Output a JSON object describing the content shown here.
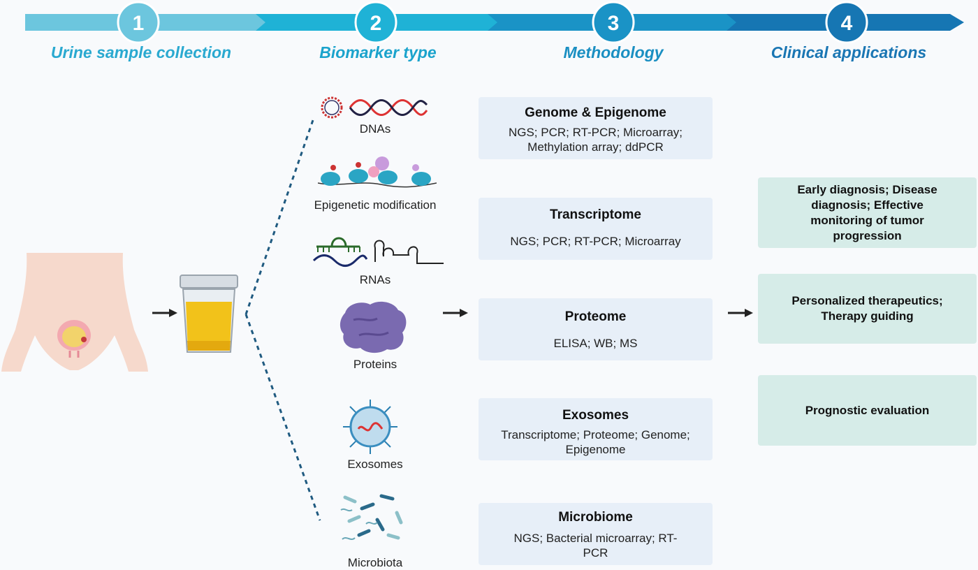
{
  "steps": [
    {
      "number": "1",
      "title": "Urine sample collection"
    },
    {
      "number": "2",
      "title": "Biomarker type"
    },
    {
      "number": "3",
      "title": "Methodology"
    },
    {
      "number": "4",
      "title": "Clinical applications"
    }
  ],
  "biomarkers": [
    "DNAs",
    "Epigenetic modification",
    "RNAs",
    "Proteins",
    "Exosomes",
    "Microbiota"
  ],
  "methods": [
    {
      "title": "Genome & Epigenome",
      "detail": "NGS; PCR; RT-PCR; Microarray; Methylation array; ddPCR"
    },
    {
      "title": "Transcriptome",
      "detail": "NGS; PCR; RT-PCR; Microarray"
    },
    {
      "title": "Proteome",
      "detail": "ELISA; WB; MS"
    },
    {
      "title": "Exosomes",
      "detail": "Transcriptome; Proteome; Genome; Epigenome"
    },
    {
      "title": "Microbiome",
      "detail": "NGS; Bacterial microarray; RT-PCR"
    }
  ],
  "applications": [
    "Early diagnosis; Disease diagnosis; Effective monitoring of tumor progression",
    "Personalized therapeutics; Therapy guiding",
    "Prognostic evaluation"
  ],
  "colors": {
    "arrow_1": "#6cc6de",
    "arrow_2": "#1fb2d6",
    "arrow_3": "#1a93c6",
    "arrow_4": "#1676b3",
    "method_box": "#e7eff8",
    "application_box": "#d6ece8",
    "urine": "#f2c21a"
  }
}
